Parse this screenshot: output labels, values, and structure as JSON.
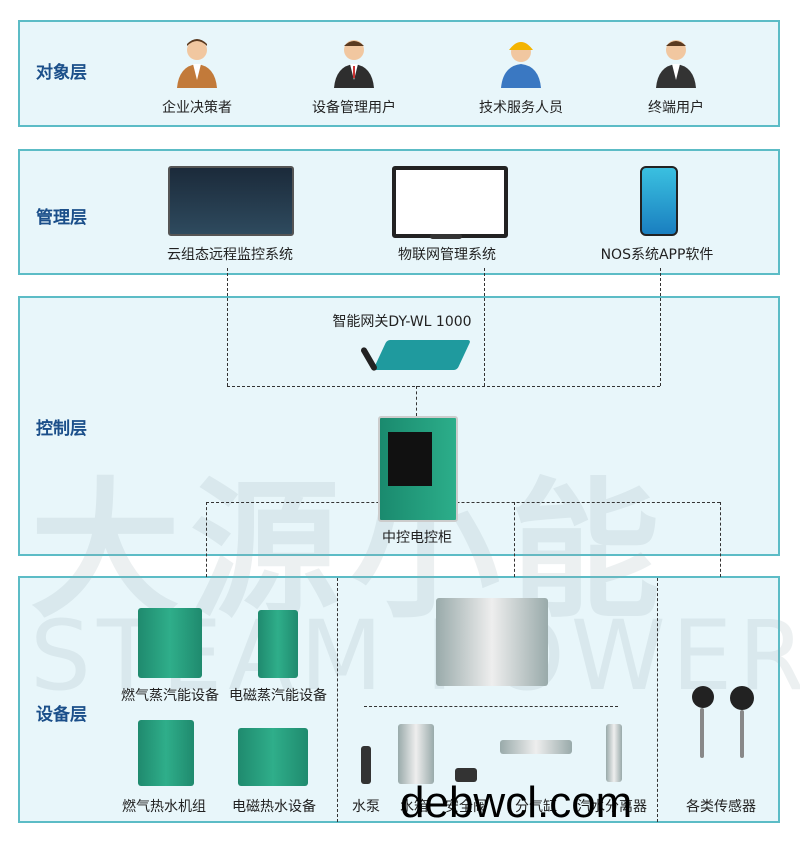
{
  "layers": {
    "object": "对象层",
    "management": "管理层",
    "control": "控制层",
    "device": "设备层"
  },
  "users": [
    "企业决策者",
    "设备管理用户",
    "技术服务人员",
    "终端用户"
  ],
  "systems": [
    "云组态远程监控系统",
    "物联网管理系统",
    "NOS系统APP软件"
  ],
  "gateway": "智能网关DY-WL 1000",
  "cabinet": "中控电控柜",
  "devices": [
    "燃气蒸汽能设备",
    "电磁蒸汽能设备",
    "燃气热水机组",
    "电磁热水设备"
  ],
  "accessories": [
    "水泵",
    "水箱",
    "安全阀",
    "分气缸",
    "汽水分离器"
  ],
  "sensors": "各类传感器",
  "background_watermark": {
    "cn": "大源小能",
    "en": "STEAM POWER"
  },
  "site_watermark": "debwcl.com"
}
